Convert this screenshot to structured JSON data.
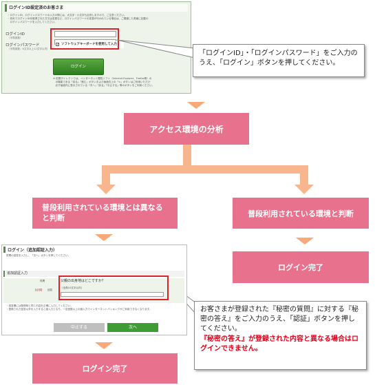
{
  "login_screen": {
    "title": "ログインID設定済のお客さま",
    "notes": [
      "・ログインID、ログインパスワードの入力の際には、大文字・小文字も区別しますので、ご注意ください。",
      "・初めてログインIDを取得された方又は変更など、ログインパスワードの変更が行われている場合は、ご連絡した書面に記載の",
      "　ログインパスワードを入力してください。"
    ],
    "id_label": "ログインID",
    "id_sub": "（半角英数）",
    "password_label": "ログインパスワード",
    "password_sub": "（半角英数：6文字以上12文字以内）",
    "soft_keyboard_label": "ソフトウェアキーボードを使用して入力",
    "login_button": "ログイン",
    "footer_notes": [
      "※ 佐銀ダイレクトでは、インターネット閲覧ソフト（Internet Explorer、Firefox等）の",
      "　の機能である「戻る」「進む」ボタンおよび画面右上の「×」ボタンはご利用いただけ",
      "　必ず画面内に表示されている「次へ」「戻る」「中止する」等のボタンをご利用ください。"
    ]
  },
  "callout_login": "「ログインID」・「ログインパスワード」をご入力のうえ、「ログイン」ボタンを押してください。",
  "flow": {
    "analysis": "アクセス環境の分析",
    "branch_left": "普段利用されている環境とは異なると判断",
    "branch_right": "普段利用されている環境と判断",
    "complete_right": "ログイン完了",
    "complete_left": "ログイン完了"
  },
  "auth_screen": {
    "title": "ログイン（追加認証入力）",
    "instruction": "質問の回答を入力し、「次へ」ボタンを押してください。",
    "section_title": "追加認証入力",
    "question_label": "質問",
    "question_text": "父親の出身地はどこですか？",
    "required_badge": "【必須】",
    "answer_label": "回答",
    "answer_hint": "（全角10文字以内）",
    "notes": [
      "・回答欄には登録時と同じ内容を正確に入力してください。",
      "・登録された回答以外を入力すると誤入力となり、一定回数以上の誤入力でインターネットバンキングがご利用できなくなります。"
    ],
    "cancel_button": "中止する",
    "next_button": "次へ"
  },
  "callout_auth": {
    "text": "お客さまが登録された『秘密の質問』に対する『秘密の答え』をご入力のうえ、「認証」ボタンを押してください。",
    "warning": "『秘密の答え』が登録された内容と異なる場合はログインできません。"
  }
}
